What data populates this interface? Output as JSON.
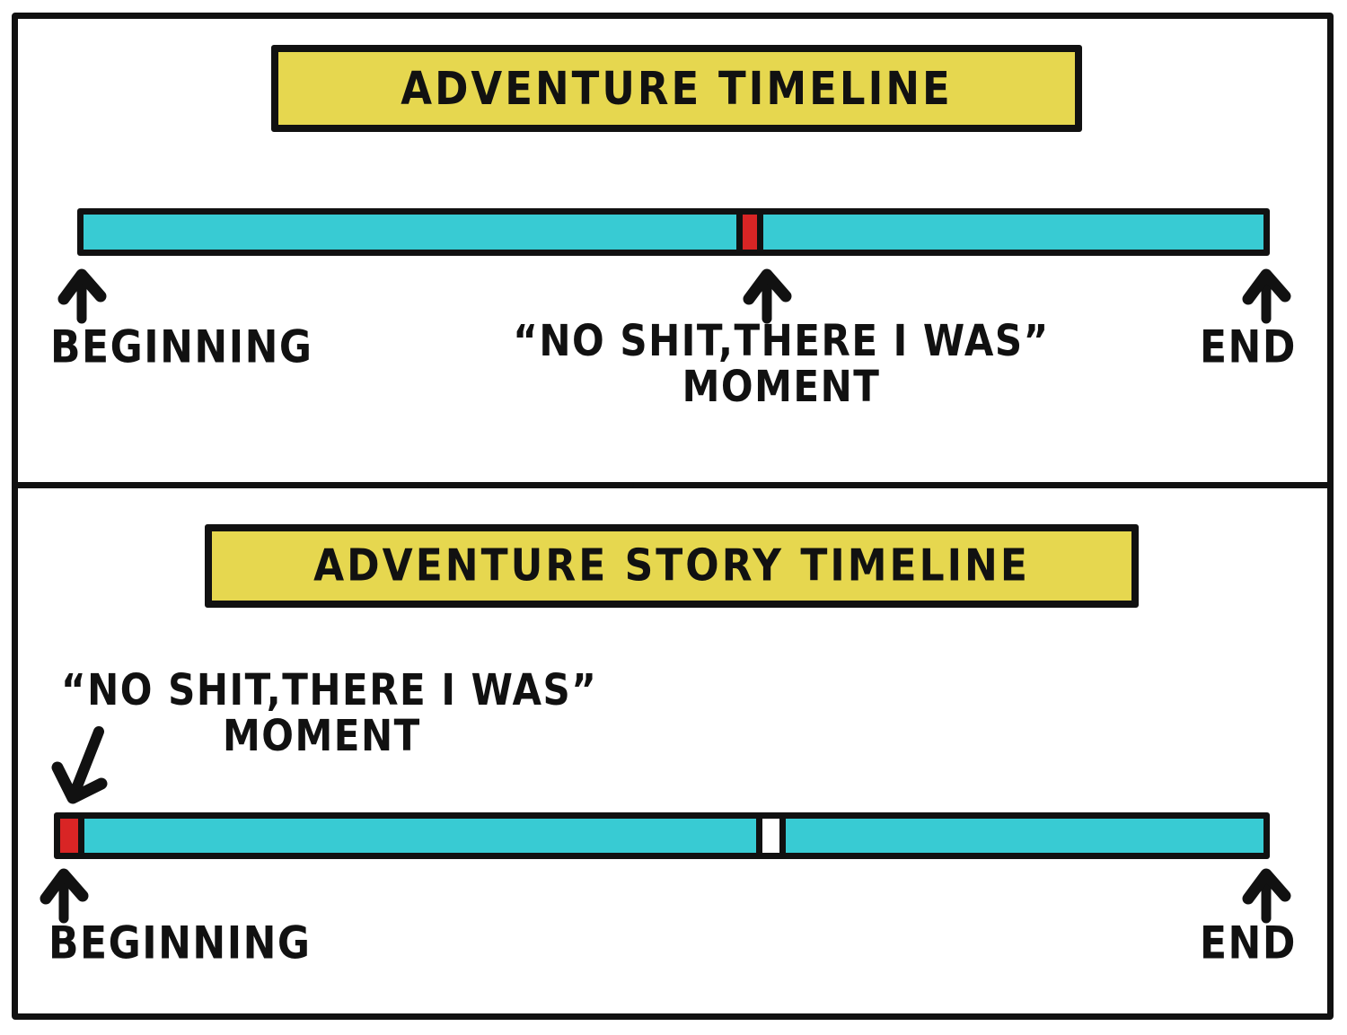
{
  "figure": {
    "style": "hand-drawn whiteboard sketch",
    "colors": {
      "ink": "#111111",
      "banner_fill": "#E6D74F",
      "timeline_fill": "#38CBD3",
      "moment_marker": "#D92525",
      "background": "#FFFFFF"
    }
  },
  "panels": [
    {
      "id": "adventure-timeline",
      "title": "ADVENTURE TIMELINE",
      "bar": {
        "segments": [
          {
            "kind": "teal",
            "flex": 735
          },
          {
            "kind": "red",
            "flex": 16
          },
          {
            "kind": "teal",
            "flex": 563
          }
        ]
      },
      "markers": [
        {
          "name": "beginning",
          "label": "BEGINNING",
          "arrow": "up"
        },
        {
          "name": "moment",
          "label_line1": "“NO SHIT,THERE I WAS”",
          "label_line2": "MOMENT",
          "arrow": "up"
        },
        {
          "name": "end",
          "label": "END",
          "arrow": "up"
        }
      ]
    },
    {
      "id": "adventure-story-timeline",
      "title": "ADVENTURE STORY TIMELINE",
      "bar": {
        "segments": [
          {
            "kind": "red",
            "flex": 20
          },
          {
            "kind": "teal",
            "flex": 760
          },
          {
            "kind": "white",
            "flex": 20
          },
          {
            "kind": "teal",
            "flex": 540
          }
        ]
      },
      "markers": [
        {
          "name": "moment",
          "label_line1": "“NO SHIT,THERE I WAS”",
          "label_line2": "MOMENT",
          "arrow": "down-left"
        },
        {
          "name": "beginning",
          "label": "BEGINNING",
          "arrow": "up"
        },
        {
          "name": "end",
          "label": "END",
          "arrow": "up"
        }
      ]
    }
  ]
}
